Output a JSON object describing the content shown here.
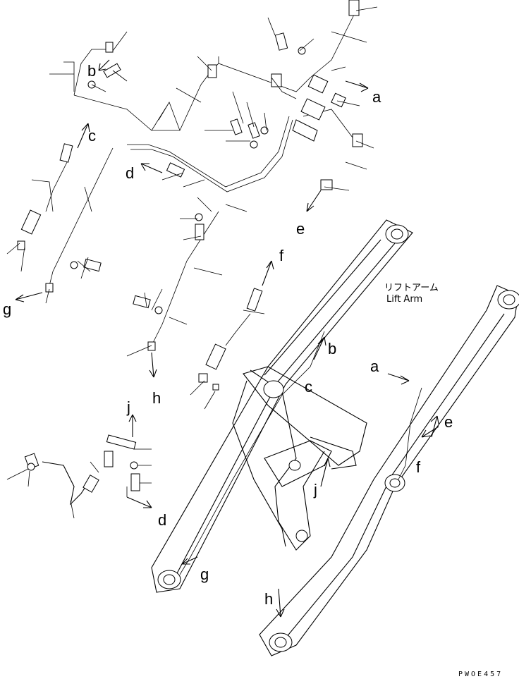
{
  "title_jp": "リフトアーム",
  "title_en": "Lift Arm",
  "drawing_code": "PWOE457",
  "callouts": {
    "a1": "a",
    "a2": "a",
    "b1": "b",
    "b2": "b",
    "c1": "c",
    "c2": "c",
    "d1": "d",
    "d2": "d",
    "e1": "e",
    "e2": "e",
    "f1": "f",
    "f2": "f",
    "g1": "g",
    "g2": "g",
    "h1": "h",
    "h2": "h",
    "j1": "j",
    "j2": "j"
  }
}
